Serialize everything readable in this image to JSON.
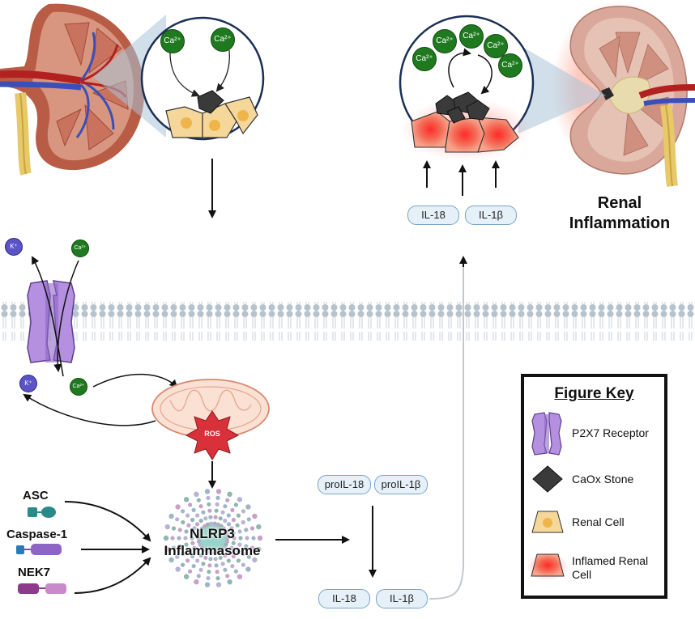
{
  "ions": {
    "ca": "Ca²⁺",
    "k": "K⁺"
  },
  "ros": "ROS",
  "title": {
    "line1": "Renal",
    "line2": "Inflammation"
  },
  "cytokines_top": [
    "IL-18",
    "IL-1β"
  ],
  "pro_cytokines": [
    "proIL-18",
    "proIL-1β"
  ],
  "cytokines_bottom": [
    "IL-18",
    "IL-1β"
  ],
  "components": {
    "asc": "ASC",
    "caspase": "Caspase-1",
    "nek7": "NEK7"
  },
  "inflammasome": {
    "line1": "NLRP3",
    "line2": "Inflammasome"
  },
  "key": {
    "title": "Figure Key",
    "items": [
      {
        "label": "P2X7 Receptor",
        "icon": "p2x7-receptor-icon"
      },
      {
        "label": "CaOx Stone",
        "icon": "caox-stone-icon"
      },
      {
        "label": "Renal Cell",
        "icon": "renal-cell-icon"
      },
      {
        "label": "Inflamed Renal Cell",
        "icon": "inflamed-renal-cell-icon"
      }
    ]
  },
  "colors": {
    "calcium": "#1f7a1f",
    "potassium": "#5b54c9",
    "receptor": "#b58fe0",
    "stone": "#3a3a3a",
    "cell": "#f6d79a",
    "inflamed": "#f05a4a",
    "pill_fill": "#e6f0f9",
    "pill_border": "#7aa3c8",
    "ros": "#d8313a"
  }
}
